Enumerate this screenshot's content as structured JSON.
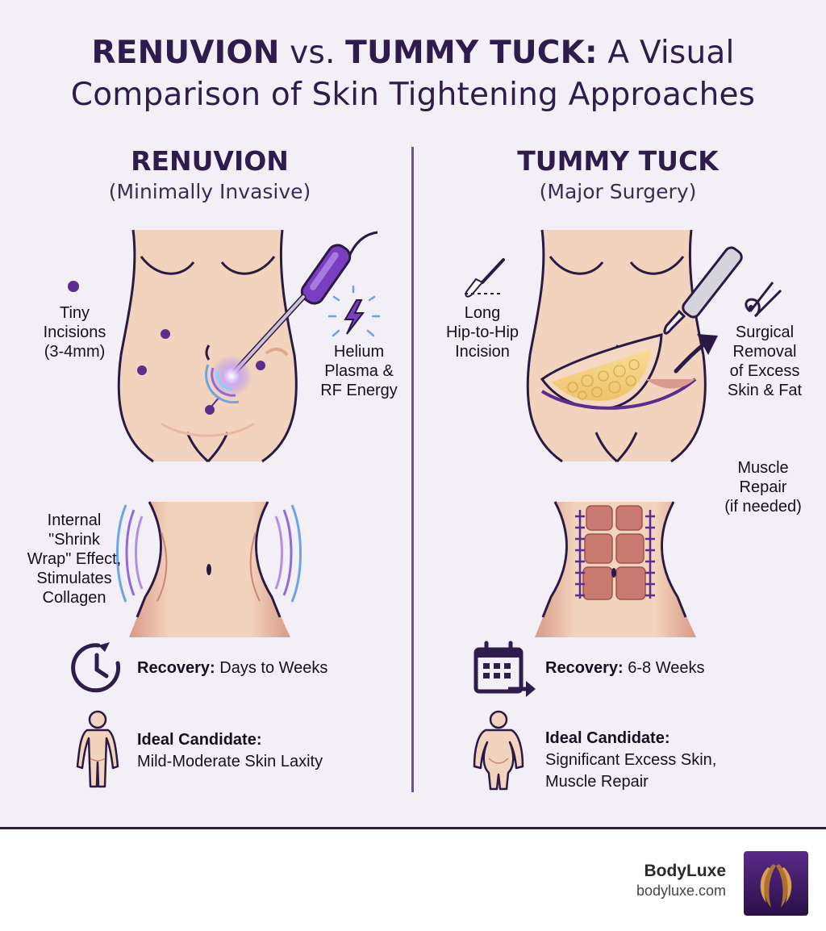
{
  "title": {
    "line1_a": "RENUVION",
    "line1_b": " vs. ",
    "line1_c": "TUMMY TUCK:",
    "line1_d": " A Visual",
    "line2": "Comparison of Skin Tightening Approaches"
  },
  "left": {
    "heading": "RENUVION",
    "subheading": "(Minimally Invasive)",
    "label_incisions": [
      "Tiny",
      "Incisions",
      "(3-4mm)"
    ],
    "label_energy": [
      "Helium",
      "Plasma &",
      "RF Energy"
    ],
    "label_effect": [
      "Internal",
      "\"Shrink",
      "Wrap\" Effect,",
      "Stimulates",
      "Collagen"
    ],
    "recovery_key": "Recovery:",
    "recovery_value": " Days to Weeks",
    "candidate_key": "Ideal Candidate:",
    "candidate_value": "Mild-Moderate Skin Laxity"
  },
  "right": {
    "heading": "TUMMY TUCK",
    "subheading": "(Major Surgery)",
    "label_incision": [
      "Long",
      "Hip-to-Hip",
      "Incision"
    ],
    "label_removal": [
      "Surgical",
      "Removal",
      "of Excess",
      "Skin & Fat"
    ],
    "label_muscle": [
      "Muscle",
      "Repair",
      "(if needed)"
    ],
    "recovery_key": "Recovery:",
    "recovery_value": " 6-8 Weeks",
    "candidate_key": "Ideal Candidate:",
    "candidate_value_1": "Significant Excess Skin,",
    "candidate_value_2": "Muscle Repair"
  },
  "footer": {
    "brand": "BodyLuxe",
    "url": "bodyluxe.com"
  },
  "colors": {
    "background": "#f3eff7",
    "heading": "#2e1d4c",
    "accent_purple": "#5b2d8e",
    "skin": "#f2d3bd",
    "skin_outline": "#2b1a45",
    "muscle": "#c9796f"
  },
  "icons": {
    "clock": "clock-icon",
    "calendar": "calendar-icon",
    "person": "person-icon",
    "scalpel": "scalpel-icon",
    "lightning": "lightning-icon",
    "forceps": "forceps-icon"
  }
}
